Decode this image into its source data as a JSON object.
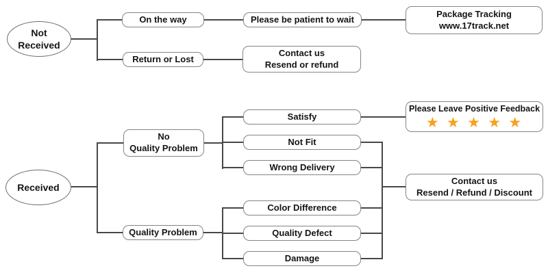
{
  "diagram": {
    "type": "flowchart",
    "topic": "Order delivery / after-sale decision flow",
    "colors": {
      "background": "#ffffff",
      "connector_line": "#474747",
      "node_border": "#848484",
      "text": "#141414",
      "star": "#F7A11C"
    },
    "nodes": {
      "not_received": {
        "line1": "Not",
        "line2": "Received"
      },
      "on_the_way": {
        "label": "On the way"
      },
      "please_be_patient": {
        "label": "Please be patient to wait"
      },
      "package_tracking": {
        "line1": "Package Tracking",
        "line2": "www.17track.net"
      },
      "return_or_lost": {
        "label": "Return or Lost"
      },
      "contact_not_received": {
        "line1": "Contact us",
        "line2": "Resend or refund"
      },
      "received": {
        "label": "Received"
      },
      "no_quality_problem": {
        "line1": "No",
        "line2": "Quality Problem"
      },
      "quality_problem": {
        "label": "Quality Problem"
      },
      "satisfy": {
        "label": "Satisfy"
      },
      "not_fit": {
        "label": "Not Fit"
      },
      "wrong_delivery": {
        "label": "Wrong Delivery"
      },
      "color_difference": {
        "label": "Color Difference"
      },
      "quality_defect": {
        "label": "Quality Defect"
      },
      "damage": {
        "label": "Damage"
      },
      "positive_feedback": {
        "label": "Please Leave Positive Feedback",
        "stars": "★ ★ ★ ★ ★",
        "star_count": 5
      },
      "contact_received": {
        "line1": "Contact us",
        "line2": "Resend / Refund / Discount"
      }
    }
  }
}
